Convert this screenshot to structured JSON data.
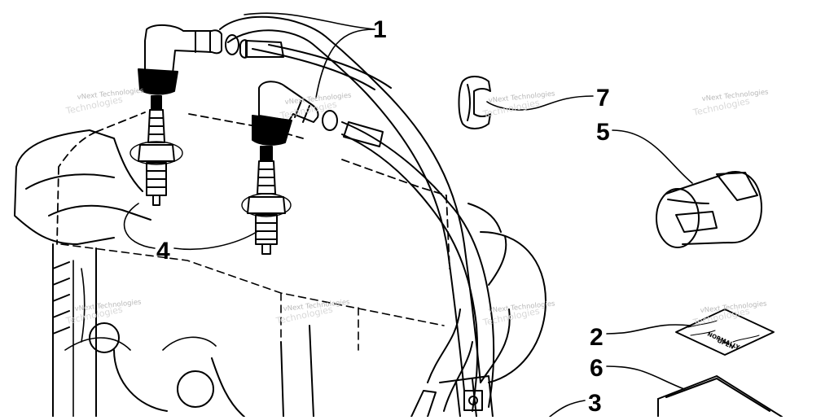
{
  "callouts": [
    {
      "id": "1",
      "label": "1"
    },
    {
      "id": "2",
      "label": "2"
    },
    {
      "id": "3",
      "label": "3"
    },
    {
      "id": "4",
      "label": "4"
    },
    {
      "id": "5",
      "label": "5"
    },
    {
      "id": "6",
      "label": "6"
    },
    {
      "id": "7",
      "label": "7"
    }
  ],
  "watermark": {
    "line1": "vNext Technologies",
    "line2": "Technologies"
  },
  "decal": {
    "line1": "NORMALLY",
    "line2": "OPEN"
  }
}
